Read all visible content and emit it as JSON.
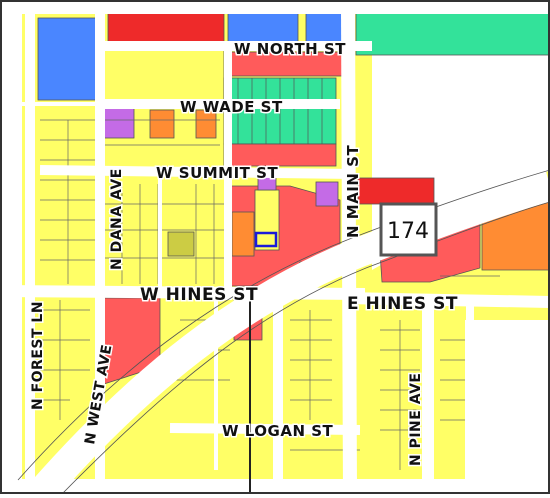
{
  "map": {
    "streets": {
      "w_north": "W NORTH ST",
      "w_wade": "W WADE ST",
      "w_summit": "W SUMMIT ST",
      "n_main": "N MAIN ST",
      "n_dana": "N DANA AVE",
      "n_forest": "N FOREST LN",
      "n_west": "N WEST AVE",
      "w_hines": "W HINES ST",
      "e_hines": "E HINES ST",
      "w_logan": "W LOGAN ST",
      "n_pine": "N PINE AVE"
    },
    "route_shield": {
      "number": "174"
    },
    "zone_colors": {
      "residential_low": "#ffff66",
      "residential_med": "#f0f060",
      "commercial": "#ff5b5b",
      "commercial_dark": "#ee2a2a",
      "mixed_orange": "#ff8c33",
      "public_blue": "#4a86ff",
      "multifamily_green": "#33e29a",
      "mobile_purple": "#c46be6",
      "olive": "#cccc44",
      "unzoned_white": "#ffffff",
      "selected_outline": "#1a1ad9"
    }
  }
}
